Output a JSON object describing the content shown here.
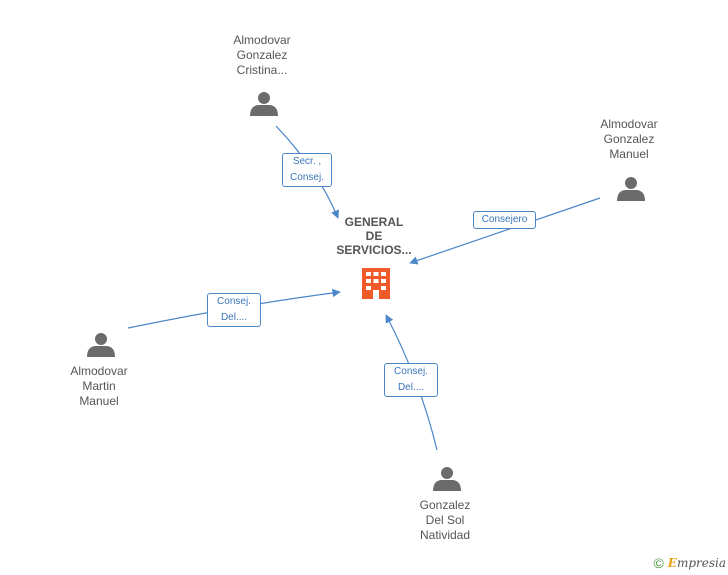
{
  "company": {
    "name_lines": [
      "GENERAL",
      "DE",
      "SERVICIOS..."
    ],
    "icon": "building-icon",
    "icon_color": "#f05a28"
  },
  "people": [
    {
      "id": "p1",
      "name_lines": [
        "Almodovar",
        "Gonzalez",
        "Cristina..."
      ],
      "icon": "person-icon"
    },
    {
      "id": "p2",
      "name_lines": [
        "Almodovar",
        "Gonzalez",
        "Manuel"
      ],
      "icon": "person-icon"
    },
    {
      "id": "p3",
      "name_lines": [
        "Almodovar",
        "Martin",
        "Manuel"
      ],
      "icon": "person-icon"
    },
    {
      "id": "p4",
      "name_lines": [
        "Gonzalez",
        "Del Sol",
        "Natividad"
      ],
      "icon": "person-icon"
    }
  ],
  "relations": [
    {
      "from": "p1",
      "label_lines": [
        "Secr. ,",
        "Consej."
      ]
    },
    {
      "from": "p2",
      "label_lines": [
        "Consejero"
      ]
    },
    {
      "from": "p3",
      "label_lines": [
        "Consej.",
        "Del...."
      ]
    },
    {
      "from": "p4",
      "label_lines": [
        "Consej.",
        "Del...."
      ]
    }
  ],
  "colors": {
    "edge": "#4a86c8",
    "person_icon": "#6b6b6b",
    "text": "#555555"
  },
  "footer": {
    "copyright_symbol": "©",
    "brand_initial": "E",
    "brand_rest": "mpresia"
  }
}
